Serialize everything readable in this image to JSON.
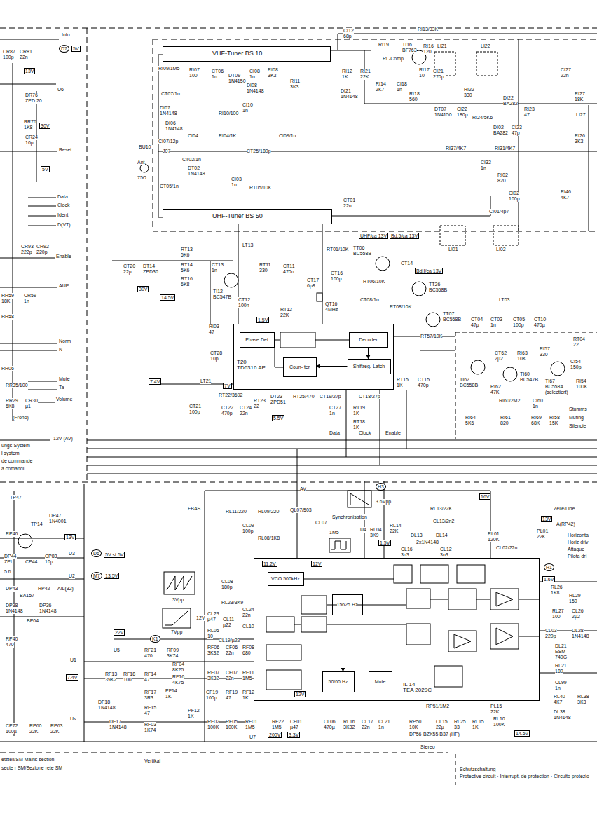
{
  "diagram": {
    "nodes": [
      {
        "text": [
          "VHF-Tuner BS 10"
        ]
      },
      {
        "text": [
          "UHF-Tuner BS 50"
        ]
      },
      {
        "text": [
          "T20",
          "TD6316 AP"
        ]
      },
      {
        "text": [
          "Phase Det"
        ],
        "in": 2
      },
      {
        "text": [
          "Decoder"
        ],
        "in": 2
      },
      {
        "text": [
          "Coun- ter"
        ],
        "in": 2
      },
      {
        "text": [
          "Shiftreg.-Latch"
        ],
        "in": 2
      },
      {
        "text": [
          "IL 14",
          "TEA 2029C"
        ]
      },
      {
        "text": [
          "VCO 500kHz"
        ],
        "in": 7
      },
      {
        "text": [
          "15625 Hz"
        ],
        "in": 7
      },
      {
        "text": [
          "50/60 Hz"
        ],
        "in": 7
      },
      {
        "text": [
          "Mute"
        ],
        "in": 7
      }
    ],
    "edges": [
      {
        "from": 4,
        "to": 6,
        "arrow": "to"
      },
      {
        "from": 6,
        "to": 5,
        "arrow": "to"
      },
      {
        "from": 9,
        "to": 10,
        "arrow": "to"
      }
    ],
    "labels": [
      "Info",
      "D7",
      "5V",
      "CR87",
      "100p",
      "CR81",
      "22n",
      "13V",
      "DR76",
      "ZPD 20",
      "U6",
      "RR76",
      "1K8",
      "30V",
      "CR24",
      "10µ",
      "Reset",
      "5V",
      "Data",
      "Clock",
      "Ident",
      "D(VT)",
      "CR93",
      "222p",
      "CR92",
      "220p",
      "Enable",
      "AUE",
      "RR59",
      "18K",
      "CR59",
      "1n",
      "RR58",
      "Norm",
      "N",
      "RR06",
      "Mute",
      "RR35/100",
      "Ta",
      "RR29",
      "6K8",
      "CR30",
      "µ1",
      "Volume",
      "(Frono)",
      "12V (AV)",
      "ungs-System",
      "l system",
      "de commande",
      "a comandi",
      "RI09/1M5",
      "RI07",
      "100",
      "CT06",
      "1n",
      "DT09",
      "1N4150",
      "CI08",
      "1n",
      "RI08",
      "3K3",
      "RI11",
      "3K3",
      "DI08",
      "1N4148",
      "CT07/1n",
      "DI07",
      "1N4148",
      "DI06",
      "1N4148",
      "RI10/100",
      "CI10",
      "1n",
      "CI04",
      "RI04/1K",
      "CI09/1n",
      "CI12",
      "68p",
      "RI12",
      "1K",
      "RI21",
      "22K",
      "DI21",
      "1N4148",
      "RI13/33K",
      "RI19",
      "TI16",
      "BF763",
      "RL-Comp.",
      "RI16",
      "120",
      "RI17",
      "10",
      "RI14",
      "2K7",
      "CI18",
      "1n",
      "RI18",
      "560",
      "LI21",
      "LI22",
      "CI21",
      "270p",
      "RI22",
      "330",
      "DT07",
      "1N4150",
      "CI22",
      "180p",
      "DI22",
      "BA282",
      "RI24/5K6",
      "RI23",
      "47",
      "DI02",
      "BA282",
      "CI23",
      "47p",
      "CI27",
      "22n",
      "RI27",
      "18K",
      "LI27",
      "RI26",
      "3K3",
      "BU10",
      "Ant",
      "75Ω",
      "CI07/12p",
      "J07",
      "CT02/1n",
      "DT02",
      "1N4148",
      "CT25/180p",
      "RI37/4K7",
      "RI31/4K7",
      "CI32",
      "1n",
      "RI02",
      "820",
      "CI02",
      "100p",
      "RI46",
      "4K7",
      "CT05/1n",
      "CI03",
      "1n",
      "RT05/10K",
      "CT01",
      "22n",
      "CI01/4p7",
      "LI01",
      "LI02",
      "RT13",
      "5K6",
      "CT20",
      "22µ",
      "DT14",
      "ZPD30",
      "RT14",
      "5K6",
      "RT16",
      "6K8",
      "30V",
      "14.5V",
      "CT13",
      "1n",
      "LT13",
      "RT11",
      "330",
      "CT11",
      "470n",
      "CT17",
      "6p8",
      "CT16",
      "100p",
      "RT01/10K",
      "TI12",
      "BC547B",
      "CT12",
      "100n",
      "RT12",
      "22K",
      "QT16",
      "4MHz",
      "UHF/ca 13V",
      "Bd.5/ca 13V",
      "Bd.I/ca 13V",
      "TT06",
      "BC558B",
      "CT14",
      "RT06/10K",
      "TT26",
      "BC558B",
      "CT08/1n",
      "RT08/10K",
      "TT07",
      "BC558B",
      "RT57/10K",
      "CT04",
      "47µ",
      "LT03",
      "CT03",
      "1n",
      "CT05",
      "100p",
      "CT10",
      "470µ",
      "1.5V",
      "RI03",
      "47",
      "CT28",
      "10p",
      "7.4V",
      "LT21",
      "CT21",
      "100p",
      "7V",
      "RT22/3692",
      "CT22",
      "470p",
      "CT24",
      "22n",
      "RT23",
      "22",
      "DT23",
      "ZPD51",
      "RT25/470",
      "5.5V",
      "CT19/27p",
      "CT18/27p",
      "CT27",
      "1n",
      "RT19",
      "1K",
      "RT18",
      "1K",
      "RT15",
      "1K",
      "CT15",
      "470p",
      "Data",
      "Clock",
      "Enable",
      "RT04",
      "22",
      "CT62",
      "2µ2",
      "RI63",
      "10K",
      "RI57",
      "330",
      "CI54",
      "150p",
      "TI62",
      "BC558B",
      "TI60",
      "BC547B",
      "RI62",
      "47K",
      "TI67",
      "BC558A",
      "(selectiert)",
      "RI54",
      "100K",
      "RI60/2M2",
      "CI60",
      "1n",
      "RI64",
      "5K6",
      "RI61",
      "820",
      "RI69",
      "68K",
      "RI58",
      "15K",
      "Stumms",
      "Muting",
      "Silencie",
      "TP47",
      "TP14",
      "DP47",
      "1N4001",
      "13V",
      "RP46",
      "CP83",
      "10µ",
      "DP44",
      "ZPL",
      "5.6",
      "CP44",
      "U3",
      "D6",
      "5V st 5V",
      "13.5V",
      "U2",
      "M7",
      "DP43",
      "BA157",
      "RP42",
      "AIL(32)",
      "DP38",
      "1N4148",
      "DP36",
      "1N4148",
      "BP04",
      "RP40",
      "470",
      "U1",
      "7.4V",
      "Us",
      "CP72",
      "100µ",
      "RP60",
      "22K",
      "RP63",
      "22K",
      "etzteil/SM Mains section",
      "secte r SM/Sezione rete SM",
      "Vertikal",
      "FBAS",
      "AV",
      "RL11/220",
      "RL09/220",
      "QL07/503",
      "CL09",
      "100p",
      "RL08/1K8",
      "CL07",
      "1M5",
      "Synchronisation",
      "3.6Vpp",
      "H3",
      "U4",
      "RL04",
      "3K9",
      "RL14",
      "22K",
      "RL13/22K",
      "CL13/2n2",
      "DL13",
      "DL14",
      "2x1N4148",
      "1.5V",
      "CL16",
      "3n3",
      "CL12",
      "3n3",
      "16V",
      "13V",
      "RL01",
      "120K",
      "CL02/22n",
      "PL01",
      "22K",
      "Zeile/Line",
      "A(RP42)",
      "Horizonta",
      "Horiz driv",
      "Attaque",
      "Pilota dri",
      "H1",
      "3Vpp",
      "7Vpp",
      "12V",
      "CL08",
      "180p",
      "12V",
      "11.2V",
      "RL23/3K9",
      "CL23",
      "µ47",
      "CL24",
      "22n",
      "CL11",
      "µ22",
      "RL05",
      "10",
      "CL10",
      "CL19/µ22",
      "K1",
      "22V",
      "U5",
      "RF21",
      "470",
      "RF09",
      "3K74",
      "RF04",
      "8K25",
      "RF06",
      "3K32",
      "CF06",
      "22n",
      "RF08",
      "680",
      "RF13",
      "39K2",
      "RF18",
      "100",
      "RF14",
      "47",
      "RF16",
      "4K75",
      "RF07",
      "3K32",
      "CF07",
      "22n",
      "RF11",
      "1M5",
      "RF17",
      "3R3",
      "PF14",
      "1K",
      "CF19",
      "100p",
      "RF19",
      "47",
      "RF12",
      "1K",
      "DF18",
      "1N4148",
      "RF15",
      "47",
      "DF17",
      "1N4148",
      "PF12",
      "1K",
      "RF03",
      "1K74",
      "RF02",
      "100K",
      "RF05",
      "100K",
      "RF01",
      "1M5",
      "RF22",
      "1M5",
      "CF01",
      "µ47",
      "CL06",
      "470µ",
      "RL16",
      "3K32",
      "CL17",
      "22n",
      "CL21",
      "1n",
      "RP50",
      "10K",
      "RP51/1M2",
      "CL15",
      "22µ",
      "RL25",
      "33",
      "RL15",
      "1K",
      "PL15",
      "22K",
      "RL10",
      "100K",
      "12V",
      "U7",
      "200V",
      "3.3V",
      "DP56",
      "BZX55 B37 (HF)",
      "Stereo",
      "14.5V",
      "Schutzschaltung",
      "Protective circuit · Interrupt. de protection · Circuito protezio",
      "1.6V",
      "RL26",
      "1K8",
      "RL29",
      "150",
      "RL27",
      "100",
      "CL26",
      "2µ2",
      "CL03",
      "220p",
      "DL28",
      "1N4148",
      "DL21",
      "ESM",
      "740G",
      "RL21",
      "180",
      "CL99",
      "1n",
      "RL40",
      "4K7",
      "RL38",
      "3K3",
      "DL38",
      "1N4148"
    ]
  }
}
